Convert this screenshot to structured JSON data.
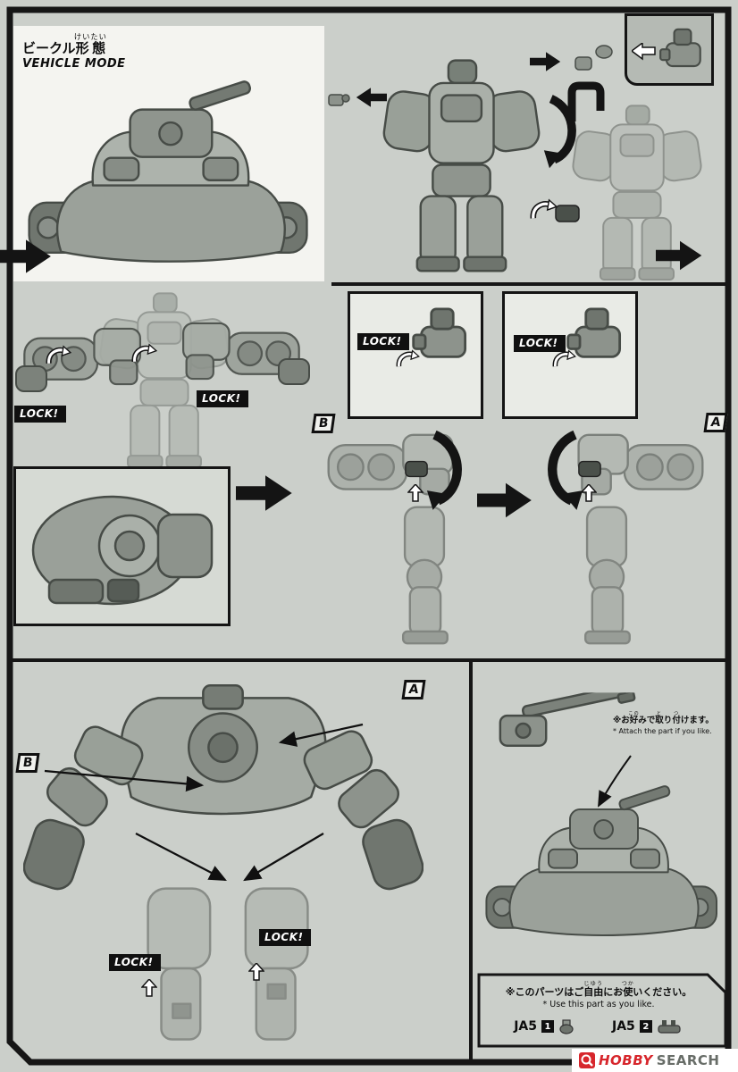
{
  "page": {
    "background": "#cbcfca"
  },
  "header": {
    "title_jp_prefix": "ビークル",
    "title_jp_kanji": "形態",
    "title_furigana": "けいたい",
    "title_en": "VEHICLE MODE"
  },
  "badges": {
    "lock": "LOCK!",
    "step_a": "A",
    "step_b": "B"
  },
  "attach_note": {
    "pre": "※お",
    "ruby1_base": "好",
    "ruby1_text": "この",
    "mid1": "みで",
    "ruby2_base": "取",
    "ruby2_text": "と",
    "mid2": "り",
    "ruby3_base": "付",
    "ruby3_text": "つ",
    "post": "けます。",
    "en": "* Attach the part if you like."
  },
  "usage_note": {
    "pre": "※このパーツはご",
    "ruby1_base": "自由",
    "ruby1_text": "じゆう",
    "mid1": "にお",
    "ruby2_base": "使",
    "ruby2_text": "つか",
    "post": "いください。",
    "en": "* Use this part as you like.",
    "parts": [
      {
        "label": "JA5",
        "num": "1"
      },
      {
        "label": "JA5",
        "num": "2"
      }
    ]
  },
  "watermark": {
    "brand_primary": "HOBBY",
    "brand_secondary": "SEARCH",
    "accent_color": "#d7262c"
  }
}
